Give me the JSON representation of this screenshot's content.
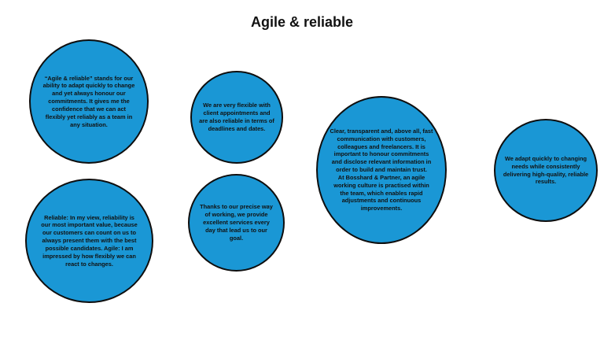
{
  "title": "Agile & reliable",
  "colors": {
    "bubble_fill": "#1a97d5",
    "bubble_outline": "#0e0e0e",
    "text": "#111111"
  },
  "bubbles": [
    {
      "text": "“Agile & reliable” stands for our ability to adapt quickly to change and yet always honour our commitments. It gives me the confidence that we can act flexibly yet reliably as a team in any situation."
    },
    {
      "text": "We are very flexible with client appointments and are also reliable in terms of deadlines and dates."
    },
    {
      "text": "Clear, transparent and, above all, fast communication with customers, colleagues and freelancers. It is important to honour commitments and disclose relevant information in order to build and maintain trust.\nAt Bosshard & Partner, an agile working culture is practised within the team, which enables rapid adjustments and continuous improvements."
    },
    {
      "text": "We adapt quickly to changing needs while consistently delivering high-quality, reliable results."
    },
    {
      "text": "Reliable: In my view, reliability is our most important value, because our customers can count on us to always present them with the best possible candidates. Agile: I am impressed by how flexibly we can react to changes."
    },
    {
      "text": "Thanks to our precise way of working, we provide excellent services every day that lead us to our goal."
    }
  ]
}
